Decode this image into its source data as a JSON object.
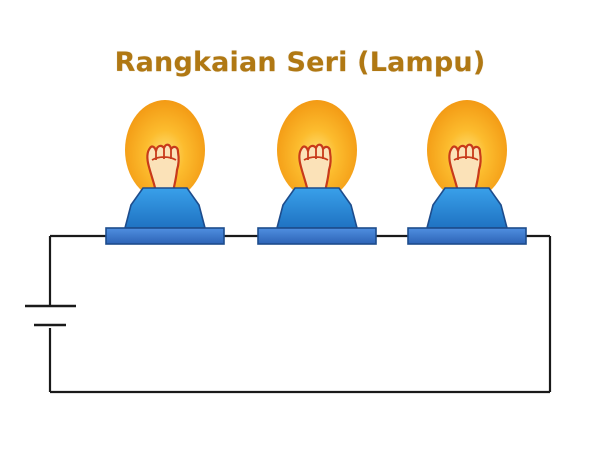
{
  "title": "Rangkaian Seri (Lampu)",
  "colors": {
    "title": "#b07813",
    "wire": "#1a1a1a",
    "bulb_glow": "#f6a81c",
    "bulb_core": "#ffd64a",
    "filament": "#c83a1a",
    "filament_fill": "#fbe2b8",
    "base_top": "#2f86d6",
    "base_plate": "#3a78cf",
    "base_outline": "#1d4c8c"
  },
  "bulbs": [
    {
      "name": "bulb-1"
    },
    {
      "name": "bulb-2"
    },
    {
      "name": "bulb-3"
    }
  ],
  "battery": {
    "name": "battery"
  }
}
